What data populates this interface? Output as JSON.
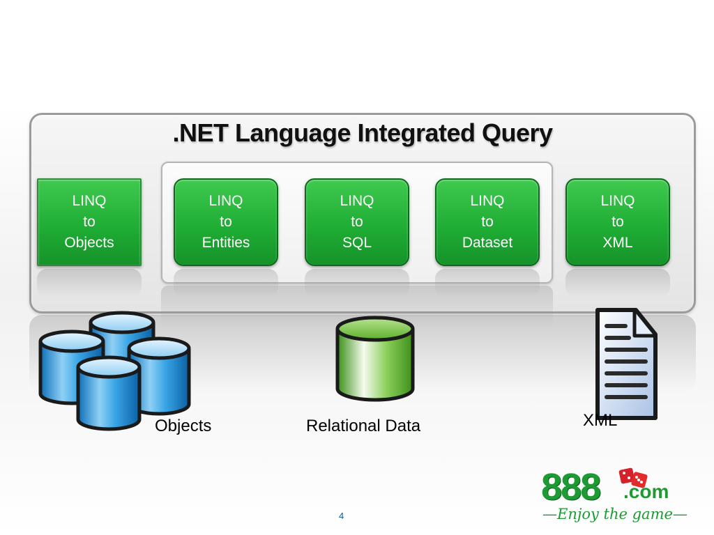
{
  "slide": {
    "title": ".NET Language Integrated Query",
    "page_number": "4"
  },
  "linq_boxes": [
    {
      "line1": "LINQ",
      "line2": "to",
      "line3": "Objects"
    },
    {
      "line1": "LINQ",
      "line2": "to",
      "line3": "Entities"
    },
    {
      "line1": "LINQ",
      "line2": "to",
      "line3": "SQL"
    },
    {
      "line1": "LINQ",
      "line2": "to",
      "line3": "Dataset"
    },
    {
      "line1": "LINQ",
      "line2": "to",
      "line3": "XML"
    }
  ],
  "data_sources": {
    "objects": "Objects",
    "relational": "Relational Data",
    "xml": "XML"
  },
  "logo": {
    "brand": "888",
    "suffix": ".com",
    "tagline": "—Enjoy the game—"
  },
  "colors": {
    "linq_green": "#1eab33",
    "objects_blue": "#2f9fe0",
    "relational_green": "#5ab52a",
    "brand_green": "#1d9a34"
  },
  "icons": [
    "database-cylinder-icon",
    "xml-document-icon",
    "dice-icon"
  ]
}
